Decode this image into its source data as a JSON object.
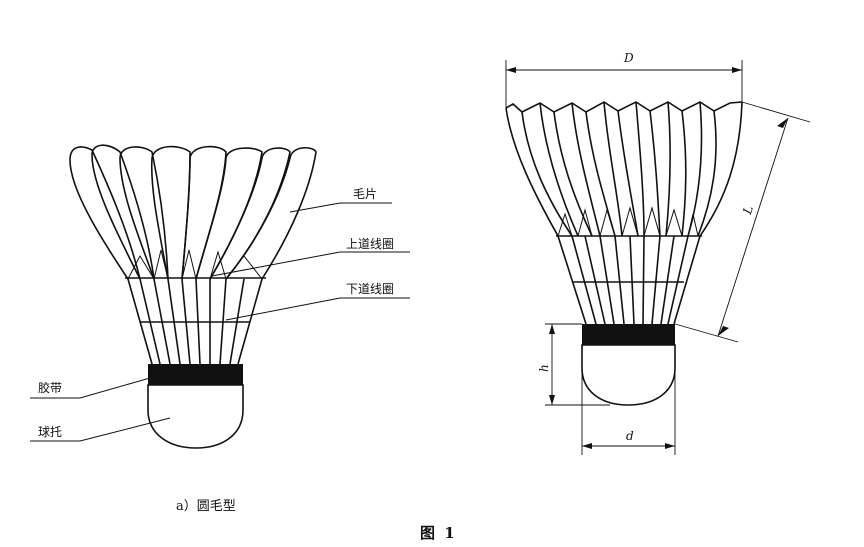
{
  "left_figure": {
    "labels": {
      "feather": "毛片",
      "upper_thread": "上道线圈",
      "lower_thread": "下道线圈",
      "tape": "胶带",
      "cork_base": "球托"
    },
    "caption": "a）圆毛型"
  },
  "right_figure": {
    "dimensions": {
      "diameter_top": "D",
      "length": "L",
      "cork_height": "h",
      "cork_diameter": "d"
    }
  },
  "figure_title": "图 1"
}
